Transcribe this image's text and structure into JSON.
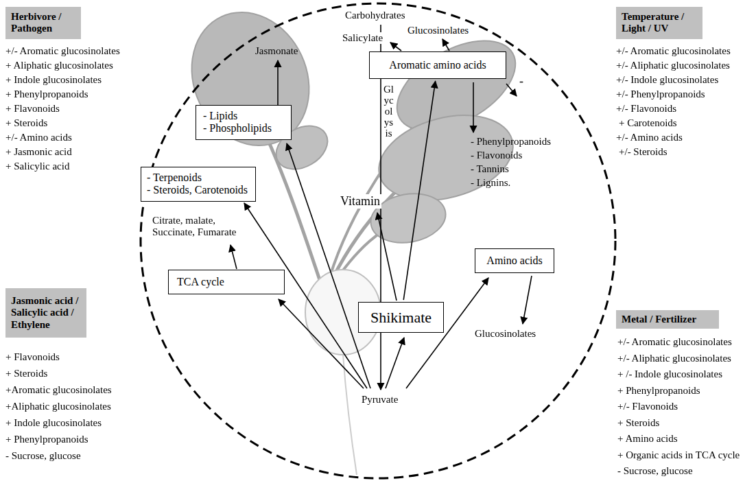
{
  "diagram": {
    "nodes": [
      {
        "text": [
          "Herbivore / Pathogen"
        ]
      },
      {
        "text": [
          "Temperature / Light / UV"
        ]
      },
      {
        "text": [
          "- Lipids",
          "- Phospholipids"
        ]
      },
      {
        "text": [
          "Aromatic amino acids"
        ]
      },
      {
        "text": [
          "- Terpenoids",
          "- Steroids, Carotenoids"
        ]
      },
      {
        "text": [
          "Jasmonic acid / Salicylic acid / Ethylene"
        ]
      },
      {
        "text": [
          "Metal / Fertilizer"
        ]
      },
      {
        "text": [
          "TCA cycle"
        ]
      },
      {
        "text": [
          "Shikimate"
        ]
      },
      {
        "text": [
          "Amino acids"
        ]
      }
    ],
    "edges": [
      {
        "from": 8,
        "to": 3,
        "arrow": "to"
      }
    ],
    "labels": [
      "Carbohydrates",
      "Jasmonate",
      "Glucosinolates",
      "Salicylate",
      "Glycolysis",
      "Vitamin",
      "-",
      "- Phenylpropanoids",
      "- Flavonoids",
      "- Tannins",
      "- Lignins.",
      "Citrate, malate, Succinate, Fumarate",
      "Glucosinolates",
      "Pyruvate",
      "+/- Aromatic glucosinolates",
      "+ Aliphatic glucosinolates",
      "+ Indole glucosinolates",
      "+ Phenylpropanoids",
      "+ Flavonoids",
      "+ Steroids",
      "+/- Amino acids",
      "+ Jasmonic acid",
      "+ Salicylic acid",
      "+/- Aromatic glucosinolates",
      "+/- Aliphatic glucosinolates",
      "+/- Indole glucosinolates",
      "+/- Phenylpropanoids",
      "+/- Flavonoids",
      "+ Carotenoids",
      "+/- Amino acids",
      "+/- Steroids",
      "+ Flavonoids",
      "+ Steroids",
      "+Aromatic glucosinolates",
      "+Aliphatic glucosinolates",
      "+ Indole glucosinolates",
      "+ Phenylpropanoids",
      "- Sucrose, glucose",
      "+/- Aromatic glucosinolates",
      "+/- Aliphatic glucosinolates",
      "+ /- Indole glucosinolates",
      "+ Phenylpropanoids",
      "+/- Flavonoids",
      "+ Steroids",
      "+ Amino acids",
      "+ Organic acids in TCA cycle",
      "- Sucrose, glucose"
    ]
  }
}
